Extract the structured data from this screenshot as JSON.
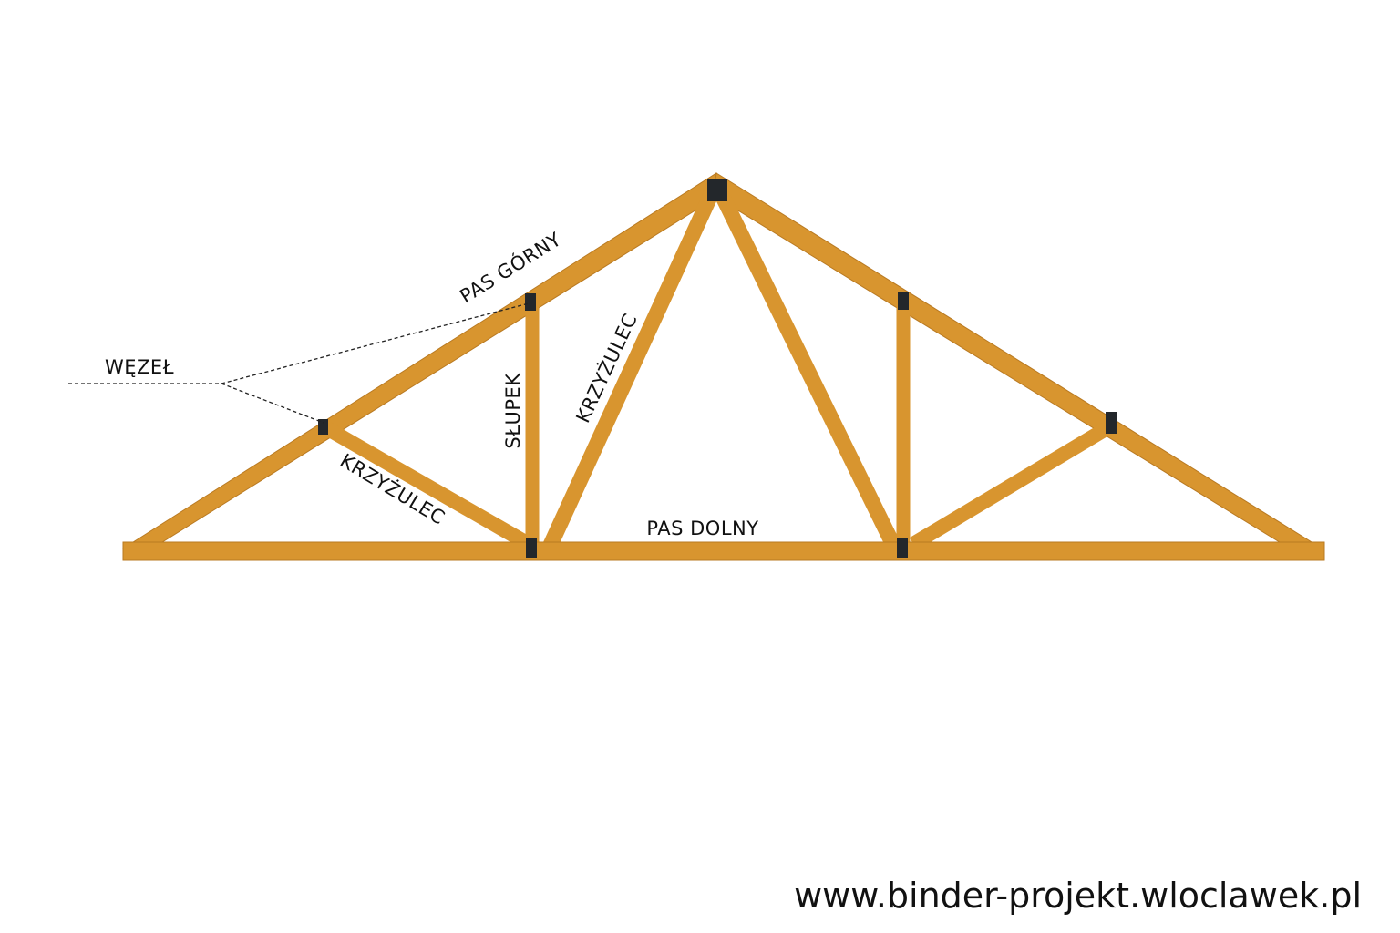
{
  "labels": {
    "top_chord": "PAS GÓRNY",
    "node": "WĘZEŁ",
    "post": "SŁUPEK",
    "diagonal_upper": "KRZYŻULEC",
    "diagonal_lower": "KRZYŻULEC",
    "bottom_chord": "PAS DOLNY"
  },
  "footer": {
    "website": "www.binder-projekt.wloclawek.pl"
  },
  "colors": {
    "wood": "#D8952F",
    "wood_edge": "#B97A22",
    "plate": "#23272b"
  }
}
